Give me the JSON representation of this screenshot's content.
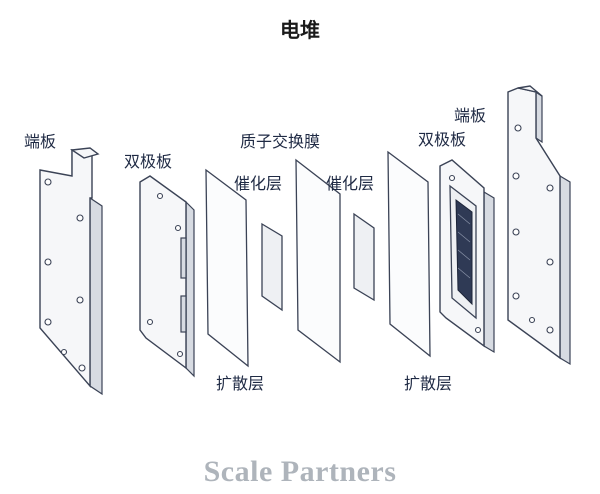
{
  "title": "电堆",
  "labels": {
    "end_plate_left": "端板",
    "bipolar_left": "双极板",
    "pem": "质子交换膜",
    "catalyst_left": "催化层",
    "catalyst_right": "催化层",
    "bipolar_right": "双极板",
    "end_plate_right": "端板",
    "gdl_left": "扩散层",
    "gdl_right": "扩散层"
  },
  "watermark": "Scale Partners",
  "colors": {
    "line": "#3b4356",
    "label": "#1f2a44",
    "watermark": "#aeb4bb"
  }
}
